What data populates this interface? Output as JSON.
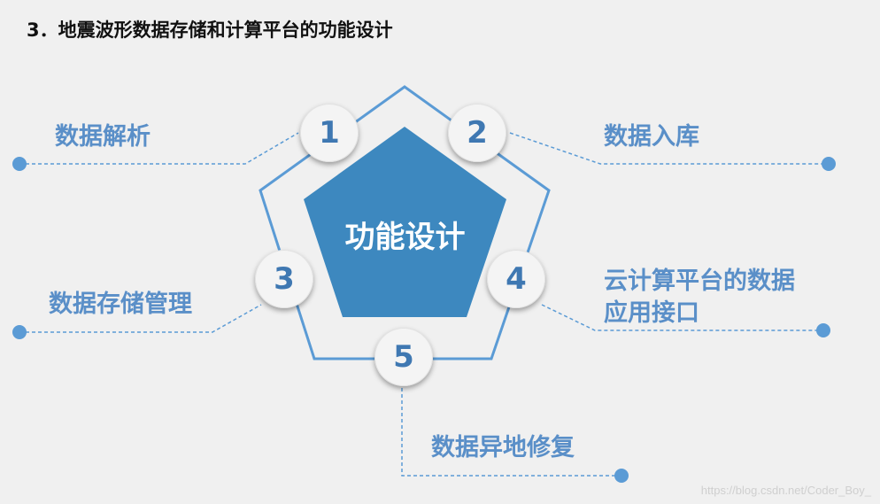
{
  "title": "3．地震波形数据存储和计算平台的功能设计",
  "center": "功能设计",
  "nodes": [
    {
      "number": "1",
      "label": "数据解析"
    },
    {
      "number": "2",
      "label": "数据入库"
    },
    {
      "number": "3",
      "label": "数据存储管理"
    },
    {
      "number": "4",
      "label_line1": "云计算平台的数据",
      "label_line2": "应用接口"
    },
    {
      "number": "5",
      "label": "数据异地修复"
    }
  ],
  "watermark": "https://blog.csdn.net/Coder_Boy_",
  "colors": {
    "pentagon_fill": "#3d88bf",
    "outline": "#5b9bd5",
    "label": "#5a8fc8",
    "number": "#3f78b2",
    "background": "#f0f0f0"
  }
}
